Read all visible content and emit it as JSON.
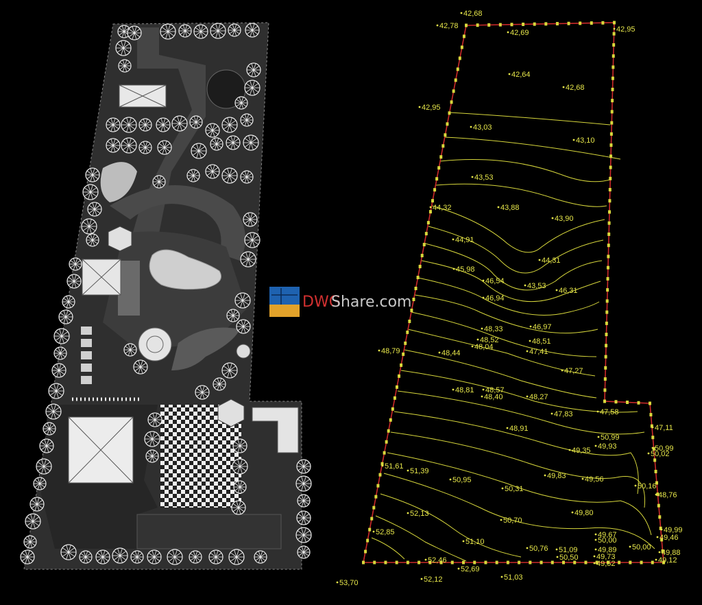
{
  "watermark": {
    "brand": "DWG",
    "rest": "Share.com"
  },
  "colors": {
    "background": "#000000",
    "boundary": "#cc2a2a",
    "contour": "#d8d83c",
    "elevation_text": "#e6e64a",
    "plan_gray": "#3a3a3a",
    "plan_light": "#d8d8d8"
  },
  "site_plan": {
    "elements": [
      "tree-symbol",
      "pavilion-square",
      "gazebo-hexagon",
      "pond",
      "fountain-round",
      "checkered-plaza",
      "bench-block",
      "stepping-stones",
      "path-arc"
    ]
  },
  "topo": {
    "elevations": [
      "42,68",
      "42,78",
      "42,69",
      "42,95",
      "42,64",
      "42,68",
      "42,95",
      "43,03",
      "43,10",
      "43,53",
      "44,32",
      "43,88",
      "43,90",
      "44,91",
      "44,31",
      "45,98",
      "46,54",
      "43,53",
      "46,31",
      "46,94",
      "48,33",
      "46,97",
      "48,52",
      "48,51",
      "48,04",
      "47,41",
      "48,79",
      "48,44",
      "47,27",
      "48,81",
      "48,57",
      "48,40",
      "48,27",
      "47,83",
      "47,58",
      "47,11",
      "48,91",
      "50,99",
      "49,93",
      "50,99",
      "50,02",
      "51,61",
      "51,39",
      "50,95",
      "49,35",
      "49,83",
      "49,56",
      "50,31",
      "50,16",
      "48,76",
      "52,13",
      "50,70",
      "49,80",
      "52,85",
      "49,67",
      "50,00",
      "49,99",
      "49,46",
      "51,10",
      "50,76",
      "51,09",
      "50,50",
      "49,89",
      "50,00",
      "49,88",
      "49,73",
      "49,52",
      "49,12",
      "52,46",
      "52,69",
      "53,70",
      "52,12",
      "51,03"
    ]
  }
}
